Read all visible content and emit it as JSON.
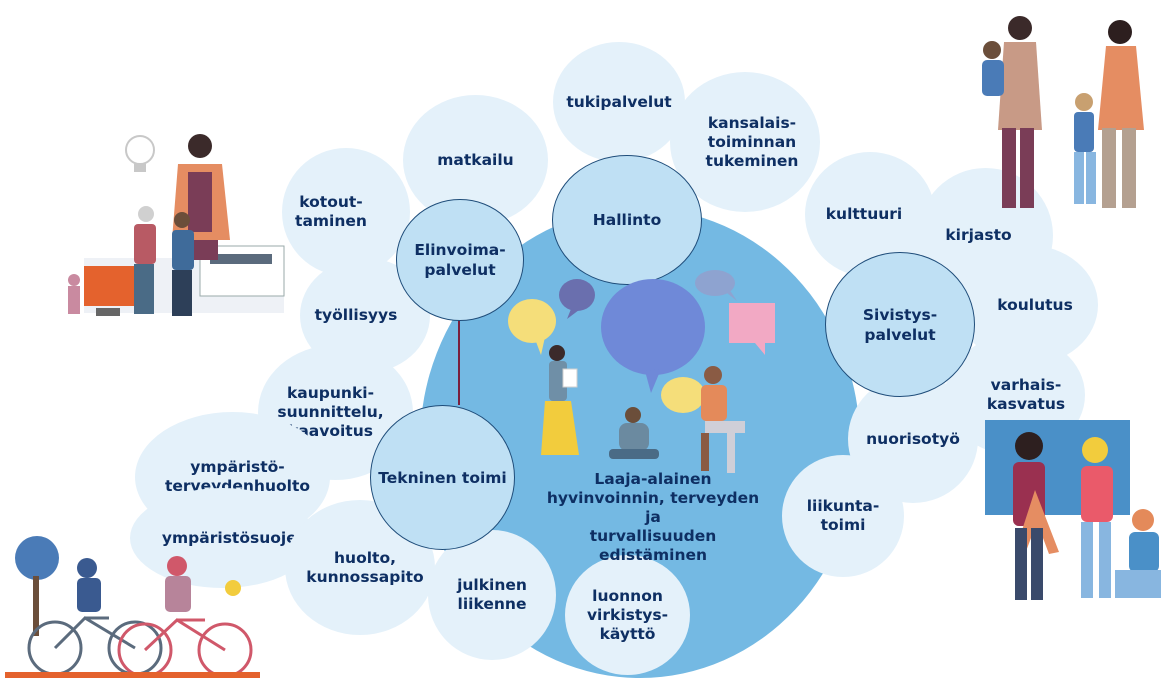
{
  "center": {
    "label": "Laaja-alainen\nhyvinvoinnin, terveyden ja\nturvallisuuden\nedistäminen"
  },
  "hubs": {
    "hallinto": "Hallinto",
    "elinvoima": "Elinvoima-\npalvelut",
    "sivistys": "Sivistys-\npalvelut",
    "tekninen": "Tekninen toimi"
  },
  "topics": {
    "tukipalvelut": "tukipalvelut",
    "kansalais": "kansalais-\ntoiminnan\ntukeminen",
    "matkailu": "matkailu",
    "kotouttaminen": "kotout-\ntaminen",
    "tyollisyys": "työllisyys",
    "kaupunki": "kaupunki-\nsuunnittelu,\nkaavoitus",
    "ymp_terveys": "ympäristö-\nterveydenhuolto",
    "ymp_suojelu": "ympäristösuojelu",
    "huolto": "huolto,\nkunnossapito",
    "julkinen": "julkinen\nliikenne",
    "luonnon": "luonnon\nvirkistys-\nkäyttö",
    "kulttuuri": "kulttuuri",
    "kirjasto": "kirjasto",
    "koulutus": "koulutus",
    "varhais": "varhais-\nkasvatus",
    "nuoriso": "nuorisotyö",
    "liikunta": "liikunta-\ntoimi"
  },
  "colors": {
    "big_circle": "#74b9e3",
    "bubble": "#e4f1fa",
    "hub": "#bfe0f4",
    "text": "#0e2f63",
    "connector": "#7a1f3d"
  }
}
